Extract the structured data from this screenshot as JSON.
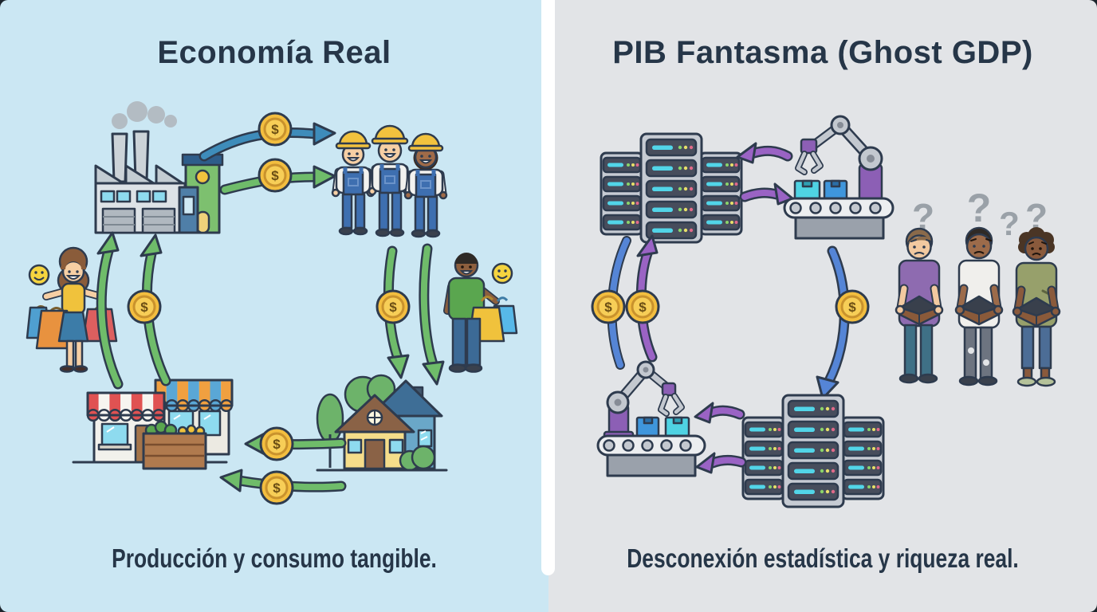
{
  "panels": {
    "left": {
      "title": "Economía Real",
      "caption": "Producción y consumo tangible.",
      "icons": [
        "factory-icon",
        "smoke-icon",
        "worker-icon",
        "dollar-coin-icon",
        "shopper-man-icon",
        "smiley-icon",
        "house-icon",
        "tree-icon",
        "market-stall-icon",
        "produce-crate-icon",
        "shopper-woman-icon",
        "shopping-bag-icon",
        "money-flow-arrow"
      ]
    },
    "right": {
      "title": "PIB Fantasma (Ghost GDP)",
      "caption": "Desconexión estadística y riqueza real.",
      "icons": [
        "server-rack-icon",
        "robot-arm-icon",
        "conveyor-belt-icon",
        "box-icon",
        "dollar-coin-icon",
        "question-mark-icon",
        "sad-person-icon",
        "empty-wallet-icon",
        "money-flow-arrow"
      ]
    }
  },
  "symbols": {
    "coin": "$",
    "question": "?"
  },
  "colors": {
    "panel_left_bg": "#cbe7f3",
    "panel_right_bg": "#e2e4e7",
    "divider": "#ffffff",
    "heading": "#263648",
    "outline": "#2e3b4e",
    "coin_gold": "#f3be3f",
    "coin_inner": "#f7ce57",
    "coin_ring": "#c9922d",
    "coin_symbol": "#6b4e14",
    "arrow_green": "#6fbc6a",
    "arrow_teal": "#3e8cba",
    "arrow_purple": "#9a63c4",
    "arrow_blue": "#5585d6",
    "smoke": "#b3bcc3",
    "factory_body": "#dde2e6",
    "factory_green": "#7dc06f",
    "factory_blue": "#4f7fa8",
    "window_blue": "#8edbef",
    "hat_yellow": "#f2c23e",
    "overalls_blue": "#3e6fb0",
    "server_frame": "#c6cbd3",
    "server_unit": "#474d5c",
    "server_cyan": "#52d5e8",
    "robot_gray": "#c3c8cf",
    "robot_purple": "#8c5fb5",
    "box_cyan": "#4fd3e3",
    "box_blue": "#3f96dc",
    "question_gray": "#9aa1a8",
    "wallet_brown": "#8a5a3a"
  }
}
